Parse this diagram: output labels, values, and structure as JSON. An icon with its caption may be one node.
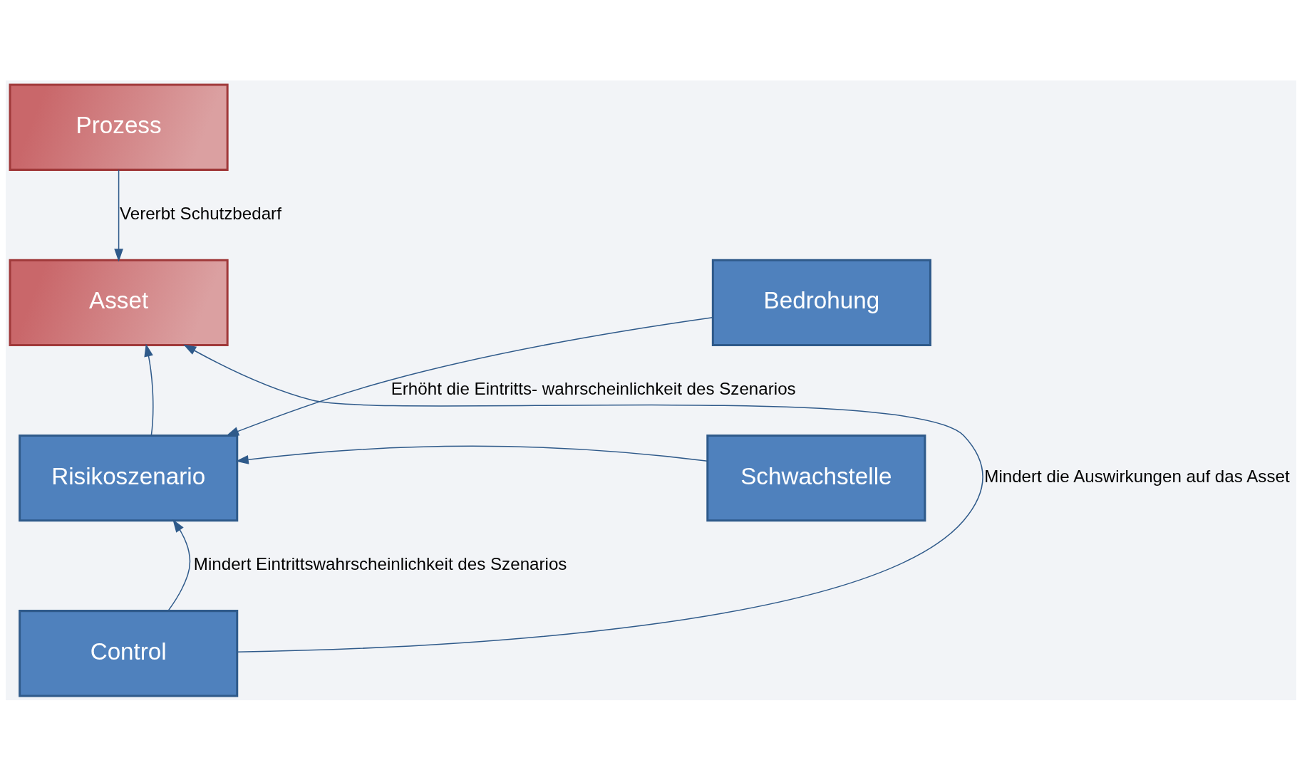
{
  "diagram": {
    "nodes": [
      {
        "text": [
          "Prozess"
        ]
      },
      {
        "text": [
          "Asset"
        ]
      },
      {
        "text": [
          "Risikoszenario"
        ]
      },
      {
        "text": [
          "Bedrohung"
        ]
      },
      {
        "text": [
          "Schwachstelle"
        ]
      },
      {
        "text": [
          "Control"
        ]
      }
    ],
    "edges": [
      {
        "from": 0,
        "to": 1,
        "arrow": "to",
        "label": "Vererbt Schutzbedarf"
      },
      {
        "from": 2,
        "to": 1,
        "arrow": "to"
      },
      {
        "from": 3,
        "to": 2,
        "arrow": "to",
        "label": "Erhöht die Eintritts- wahrscheinlichkeit des Szenarios"
      },
      {
        "from": 4,
        "to": 2,
        "arrow": "to"
      },
      {
        "from": 5,
        "to": 1,
        "arrow": "to",
        "label": "Mindert die Auswirkungen auf das Asset"
      },
      {
        "from": 5,
        "to": 2,
        "arrow": "to",
        "label": "Mindert Eintrittswahrscheinlichkeit des Szenarios"
      }
    ]
  }
}
